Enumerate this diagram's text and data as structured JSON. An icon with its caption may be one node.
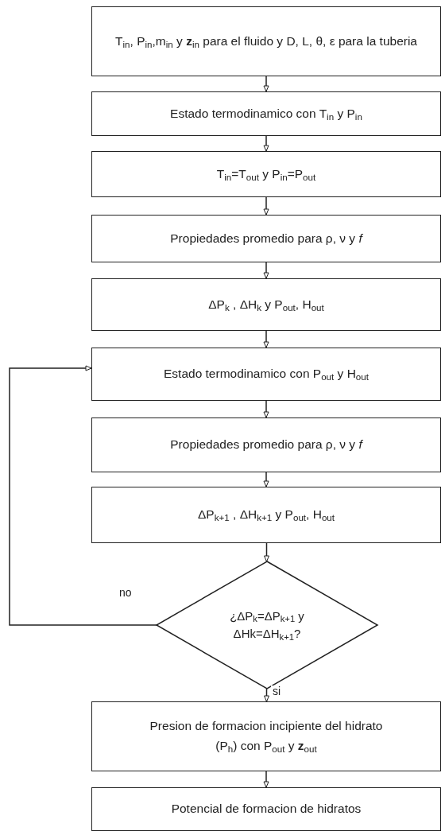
{
  "diagram": {
    "nodes": [
      {
        "text": [
          "T$_{in}$, P$_{in}$,m$_{in}$ y **z**$_{in}$ para el fluido y D, L, θ, ε para la tuberia"
        ]
      },
      {
        "text": [
          "Estado termodinamico con T$_{in}$ y P$_{in}$"
        ]
      },
      {
        "text": [
          "T$_{in}$=T$_{out}$ y P$_{in}$=P$_{out}$"
        ]
      },
      {
        "text": [
          "Propiedades promedio para ρ, ν y *f*"
        ]
      },
      {
        "text": [
          "ΔP$_{k}$ , ΔH$_{k}$  y  P$_{out}$, H$_{out}$"
        ]
      },
      {
        "text": [
          "Estado termodinamico con P$_{out}$ y H$_{out}$"
        ]
      },
      {
        "text": [
          "Propiedades promedio para ρ, ν y *f*"
        ]
      },
      {
        "text": [
          "ΔP$_{k+1}$ , ΔH$_{k+1}$  y  P$_{out}$, H$_{out}$"
        ]
      },
      {
        "text": [
          "¿ΔP$_{k}$=ΔP$_{k+1}$ y ΔHk=ΔH$_{k+1}$?"
        ]
      },
      {
        "text": [
          "Presion de formacion incipiente del hidrato (P$_{h}$) con P$_{out}$ y **z**$_{out}$"
        ]
      },
      {
        "text": [
          "Potencial de formacion de hidratos"
        ]
      }
    ],
    "edges": [
      {
        "from": 0,
        "to": 1,
        "arrow": "to"
      },
      {
        "from": 1,
        "to": 2,
        "arrow": "to"
      },
      {
        "from": 2,
        "to": 3,
        "arrow": "to"
      },
      {
        "from": 3,
        "to": 4,
        "arrow": "to"
      },
      {
        "from": 4,
        "to": 5,
        "arrow": "to"
      },
      {
        "from": 5,
        "to": 6,
        "arrow": "to"
      },
      {
        "from": 6,
        "to": 7,
        "arrow": "to"
      },
      {
        "from": 7,
        "to": 8,
        "arrow": "to"
      },
      {
        "from": 8,
        "to": 5,
        "arrow": "to",
        "label": "no"
      },
      {
        "from": 8,
        "to": 9,
        "arrow": "to",
        "label": "si"
      },
      {
        "from": 9,
        "to": 10,
        "arrow": "to"
      }
    ]
  }
}
